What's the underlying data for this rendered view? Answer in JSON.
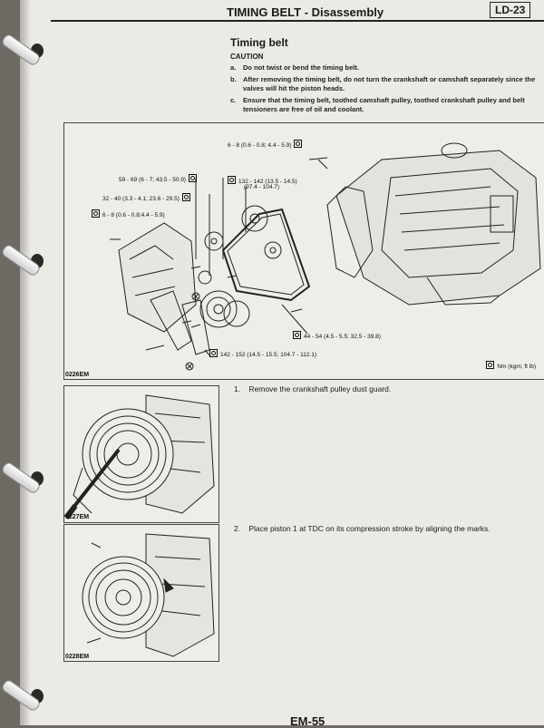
{
  "header": {
    "title": "TIMING BELT - Disassembly",
    "code": "LD-23"
  },
  "section": {
    "title": "Timing belt",
    "caution_label": "CAUTION",
    "cautions": [
      {
        "letter": "a.",
        "text": "Do not twist or bend the timing belt."
      },
      {
        "letter": "b.",
        "text": "After removing the timing belt, do not turn the crankshaft or camshaft separately since the valves will hit the piston heads."
      },
      {
        "letter": "c.",
        "text": "Ensure that the timing belt, toothed camshaft pulley, toothed crankshaft pulley and belt tensioners are free of oil and coolant."
      }
    ]
  },
  "figure_main": {
    "code": "0226EM",
    "units": "Nm (kgm; ft lb)",
    "torques": [
      "6 - 8 (0.6 - 0.8; 4.4 - 5.9)",
      "59 - 69 (6 - 7; 43.5 - 50.9)",
      "132 - 142 (13.5 - 14.5)",
      "(97.4 - 104.7)",
      "32 - 40 (3.3 - 4.1; 23.6 - 29.5)",
      "6 - 8 (0.6 - 0.8;4.4 - 5.9)",
      "44 - 54 (4.5 - 5.5; 32.5 - 39.8)",
      "142 - 152 (14.5 - 15.5; 104.7 - 112.1)"
    ]
  },
  "steps": [
    {
      "num": "1.",
      "text": "Remove the crankshaft pulley dust guard.",
      "figure_code": "0227EM"
    },
    {
      "num": "2.",
      "text": "Place piston 1 at TDC on its compression stroke by aligning the marks.",
      "figure_code": "0228EM"
    }
  ],
  "footer": {
    "page": "EM-55"
  }
}
